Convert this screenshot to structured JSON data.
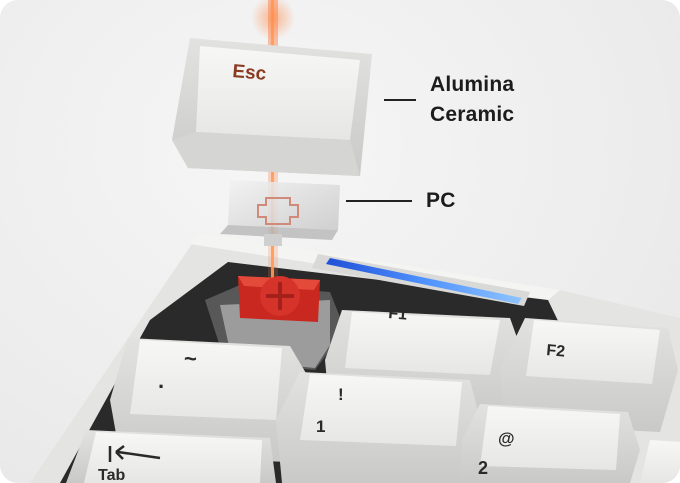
{
  "labels": {
    "alumina_line1": "Alumina",
    "alumina_line2": "Ceramic",
    "pc": "PC"
  },
  "keys": {
    "esc": "Esc",
    "f1": "F1",
    "f2": "F2",
    "tilde": "~",
    "grave_dot": ".",
    "exclaim": "!",
    "one": "1",
    "at": "@",
    "two": "2",
    "tab": "Tab"
  },
  "colors": {
    "keycap": "#f1f1f0",
    "keycap_shadow": "#cfcfcd",
    "laser": "#e8613a",
    "switch_red": "#d6342a",
    "led_blue": "#3a7cff",
    "legend": "#2a2a2a",
    "esc_legend": "#8a3a22"
  }
}
